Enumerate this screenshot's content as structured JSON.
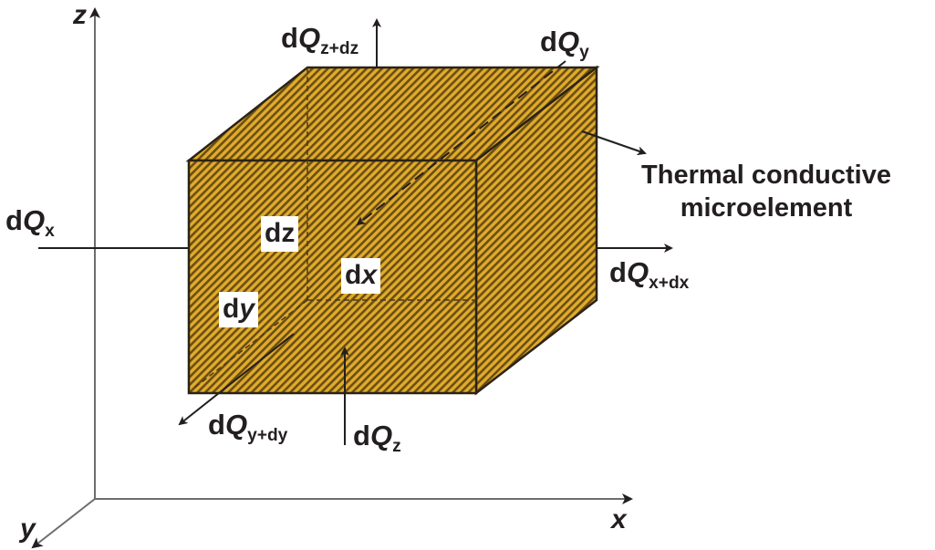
{
  "figure": {
    "title": "Thermal conductive microelement heat flux diagram",
    "colors": {
      "cube_fill": "#d9a62a",
      "hatch_dark": "#6b4e12",
      "edge": "#2b2316",
      "axis": "#6d6d6d",
      "arrow": "#231f20",
      "text": "#231f20"
    }
  },
  "axes": {
    "x": {
      "label": "x"
    },
    "y": {
      "label": "y"
    },
    "z": {
      "label": "z"
    }
  },
  "heat_fluxes": {
    "dQx": {
      "prefix": "d",
      "symbol": "Q",
      "sub": "x"
    },
    "dQx_dx": {
      "prefix": "d",
      "symbol": "Q",
      "sub": "x+dx"
    },
    "dQy": {
      "prefix": "d",
      "symbol": "Q",
      "sub": "y"
    },
    "dQy_dy": {
      "prefix": "d",
      "symbol": "Q",
      "sub": "y+dy"
    },
    "dQz": {
      "prefix": "d",
      "symbol": "Q",
      "sub": "z"
    },
    "dQz_dz": {
      "prefix": "d",
      "symbol": "Q",
      "sub": "z+dz"
    }
  },
  "dimensions": {
    "dx": {
      "d": "d",
      "var": "x"
    },
    "dy": {
      "d": "d",
      "var": "y"
    },
    "dz": {
      "d": "d",
      "var": "z"
    }
  },
  "callout": {
    "line1": "Thermal conductive",
    "line2": "microelement"
  }
}
